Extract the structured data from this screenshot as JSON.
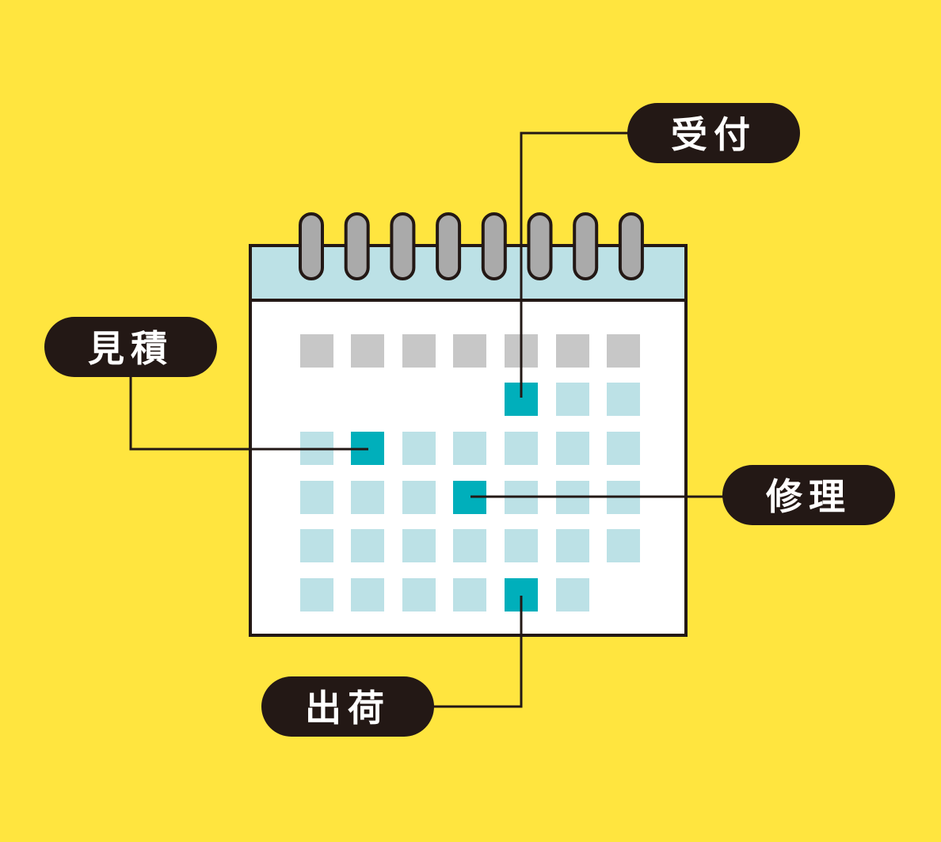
{
  "colors": {
    "background": "#FFE53F",
    "calendar_header": "#BCE1E6",
    "calendar_body": "#FFFFFF",
    "outline": "#231815",
    "ring": "#AAAAAA",
    "weekday_cell": "#C7C7C7",
    "day_cell": "#BCE1E6",
    "highlight_cell": "#00AFBB",
    "label_bg": "#231815",
    "label_text": "#FFFFFF"
  },
  "calendar": {
    "ring_count": 8,
    "columns": 7,
    "weekday_row_cells": 7,
    "weeks": [
      [
        0,
        0,
        0,
        0,
        1,
        1,
        1
      ],
      [
        1,
        1,
        1,
        1,
        1,
        1,
        1
      ],
      [
        1,
        1,
        1,
        1,
        1,
        1,
        1
      ],
      [
        1,
        1,
        1,
        1,
        1,
        1,
        1
      ],
      [
        1,
        1,
        1,
        1,
        1,
        1,
        0
      ]
    ],
    "highlights": [
      {
        "label_ref": "uketsuke",
        "week": 0,
        "col": 4
      },
      {
        "label_ref": "mitsumori",
        "week": 1,
        "col": 1
      },
      {
        "label_ref": "shuri",
        "week": 2,
        "col": 3
      },
      {
        "label_ref": "shukka",
        "week": 4,
        "col": 4
      }
    ]
  },
  "labels": {
    "uketsuke": "受付",
    "mitsumori": "見積",
    "shuri": "修理",
    "shukka": "出荷"
  },
  "icons": [
    "binder-ring-icon"
  ]
}
